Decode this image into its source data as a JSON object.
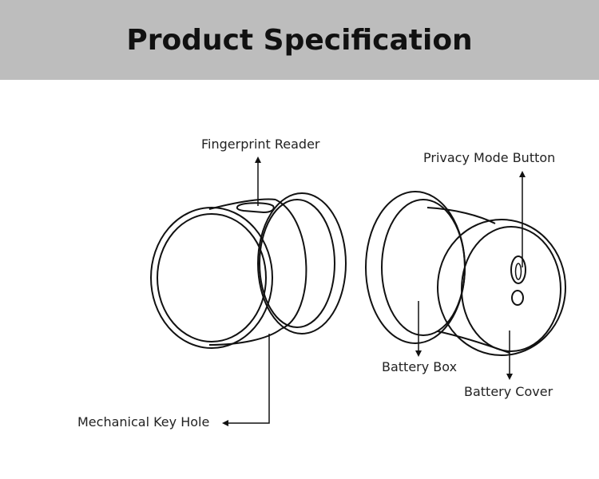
{
  "header": {
    "title": "Product Specification",
    "background": "#bdbdbd"
  },
  "labels": {
    "fingerprint_reader": "Fingerprint Reader",
    "mechanical_key_hole": "Mechanical Key Hole",
    "privacy_mode_button": "Privacy Mode Button",
    "battery_box": "Battery Box",
    "battery_cover": "Battery Cover"
  },
  "colors": {
    "line": "#111111",
    "text": "#222222"
  }
}
